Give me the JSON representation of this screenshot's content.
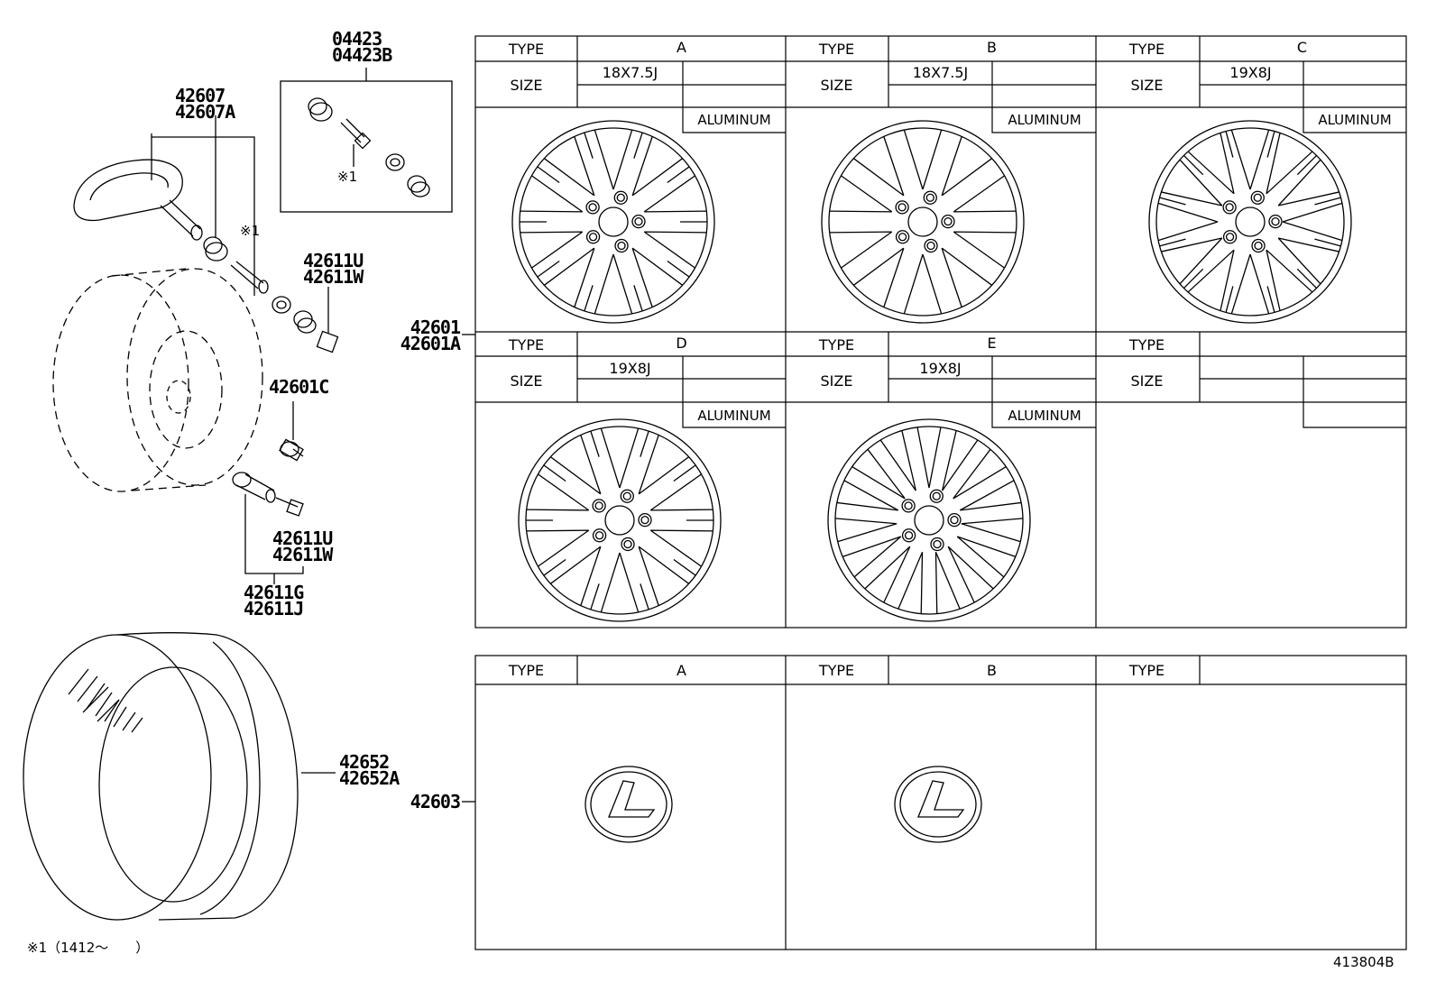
{
  "diagram_id": "413804B",
  "footnote": "※1（1412～　　）",
  "callouts": {
    "tpms_valve": [
      "42607",
      "42607A"
    ],
    "valve_kit": [
      "04423",
      "04423B"
    ],
    "kit_marker": "※1",
    "tpms_marker": "※1",
    "valve_cap_upper": [
      "42611U",
      "42611W"
    ],
    "wheel": [
      "42601",
      "42601A"
    ],
    "valve_core": "42601C",
    "valve_cap_lower": [
      "42611U",
      "42611W"
    ],
    "valve_stem": [
      "42611G",
      "42611J"
    ],
    "tire": [
      "42652",
      "42652A"
    ],
    "center_cap": "42603"
  },
  "wheel_table": {
    "type_label": "TYPE",
    "size_label": "SIZE",
    "rows": [
      [
        {
          "type": "A",
          "size": "18X7.5J",
          "material": "ALUMINUM",
          "spokes": 10,
          "style": "double"
        },
        {
          "type": "B",
          "size": "18X7.5J",
          "material": "ALUMINUM",
          "spokes": 10,
          "style": "split"
        },
        {
          "type": "C",
          "size": "19X8J",
          "material": "ALUMINUM",
          "spokes": 12,
          "style": "multi"
        }
      ],
      [
        {
          "type": "D",
          "size": "19X8J",
          "material": "ALUMINUM",
          "spokes": 10,
          "style": "y"
        },
        {
          "type": "E",
          "size": "19X8J",
          "material": "ALUMINUM",
          "spokes": 15,
          "style": "mesh"
        },
        {
          "type": "",
          "size": "",
          "material": "",
          "spokes": 0,
          "style": "none"
        }
      ]
    ]
  },
  "cap_table": {
    "type_label": "TYPE",
    "cells": [
      {
        "type": "A",
        "emblem": "lexus-emblem"
      },
      {
        "type": "B",
        "emblem": "lexus-emblem"
      },
      {
        "type": "",
        "emblem": ""
      }
    ]
  }
}
